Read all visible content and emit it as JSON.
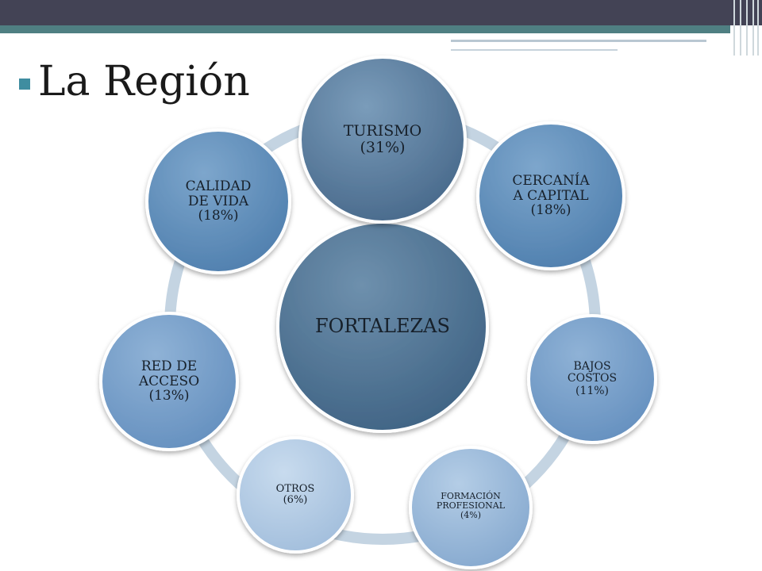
{
  "slide": {
    "title": "La Región"
  },
  "diagram": {
    "center": {
      "label": "FORTALEZAS"
    },
    "nodes": [
      {
        "id": "turismo",
        "lines": [
          "TURISMO",
          "(31%)"
        ]
      },
      {
        "id": "cercania",
        "lines": [
          "CERCANÍA",
          "A CAPITAL",
          "(18%)"
        ]
      },
      {
        "id": "bajos-costos",
        "lines": [
          "BAJOS",
          "COSTOS",
          "(11%)"
        ]
      },
      {
        "id": "formacion",
        "lines": [
          "FORMACIÓN",
          "PROFESIONAL",
          "(4%)"
        ]
      },
      {
        "id": "otros",
        "lines": [
          "OTROS",
          "(6%)"
        ]
      },
      {
        "id": "red-acceso",
        "lines": [
          "RED DE",
          "ACCESO",
          "(13%)"
        ]
      },
      {
        "id": "calidad-vida",
        "lines": [
          "CALIDAD",
          "DE VIDA",
          "(18%)"
        ]
      }
    ]
  },
  "colors": {
    "top_bar": "#434355",
    "teal_band": "#4f7f82",
    "bullet": "#3f8da0",
    "ring": "#c4d4e2"
  }
}
